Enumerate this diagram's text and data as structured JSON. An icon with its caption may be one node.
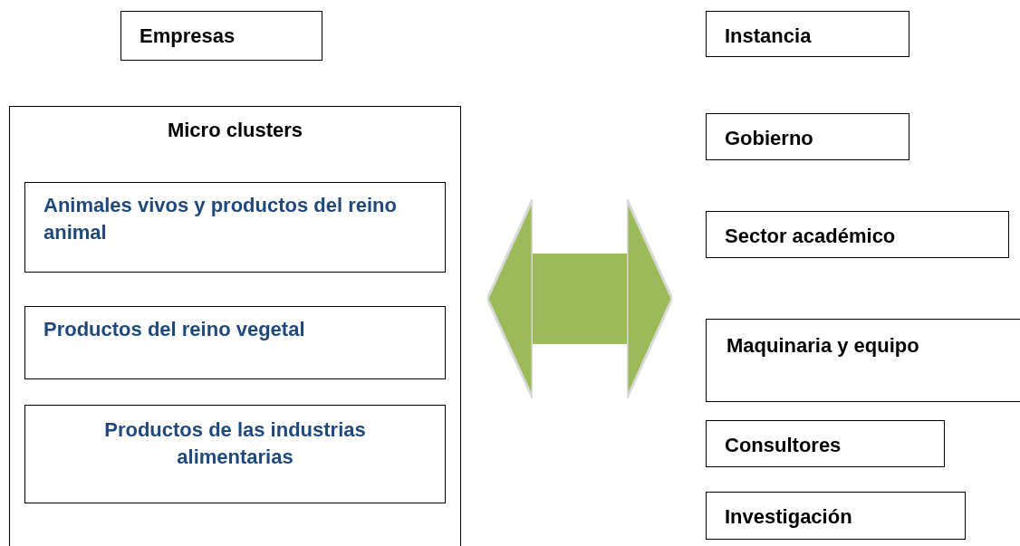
{
  "diagram": {
    "nodes": [
      {
        "text": [
          "Empresas"
        ]
      },
      {
        "text": [
          "Micro clusters"
        ]
      },
      {
        "text": [
          "Animales vivos  y productos del reino animal"
        ],
        "in": 1
      },
      {
        "text": [
          "Productos del reino vegetal"
        ],
        "in": 1
      },
      {
        "text": [
          "Productos de las industrias alimentarias"
        ],
        "in": 1
      },
      {
        "text": [
          "Instancia"
        ]
      },
      {
        "text": [
          "Gobierno"
        ]
      },
      {
        "text": [
          "Sector académico"
        ]
      },
      {
        "text": [
          "Maquinaria y equipo"
        ]
      },
      {
        "text": [
          "Consultores"
        ]
      },
      {
        "text": [
          "Investigación"
        ]
      }
    ],
    "edges": [
      {
        "from": 1,
        "to": 7,
        "arrow": "both",
        "color": "#9bbb59"
      }
    ]
  }
}
